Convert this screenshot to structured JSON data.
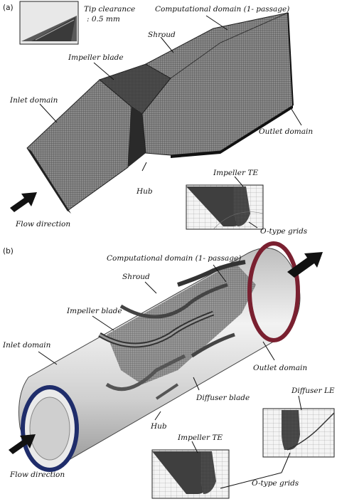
{
  "panel_a": {
    "tag": "(a)",
    "labels": {
      "tip_clearance_line1": "Tip clearance",
      "tip_clearance_line2": ": 0.5 mm",
      "computational_domain": "Computational domain (1- passage)",
      "shroud": "Shroud",
      "impeller_blade": "Impeller blade",
      "inlet_domain": "Inlet domain",
      "outlet_domain": "Outlet domain",
      "hub": "Hub",
      "impeller_te": "Impeller TE",
      "o_type_grids": "O-type grids",
      "flow_direction": "Flow direction"
    }
  },
  "panel_b": {
    "tag": "(b)",
    "labels": {
      "computational_domain": "Computational domain (1- passage)",
      "shroud": "Shroud",
      "impeller_blade": "Impeller blade",
      "inlet_domain": "Inlet domain",
      "outlet_domain": "Outlet domain",
      "diffuser_blade": "Diffuser blade",
      "diffuser_le": "Diffuser LE",
      "hub": "Hub",
      "impeller_te": "Impeller TE",
      "o_type_grids": "O-type grids",
      "flow_direction": "Flow direction"
    }
  },
  "colors": {
    "mesh_dark": "#2a2a2a",
    "mesh_mid": "#6b6b6b",
    "cylinder_light": "#d9d9d9",
    "inlet_ring": "#1f2d6b",
    "outlet_ring": "#7a2030"
  }
}
